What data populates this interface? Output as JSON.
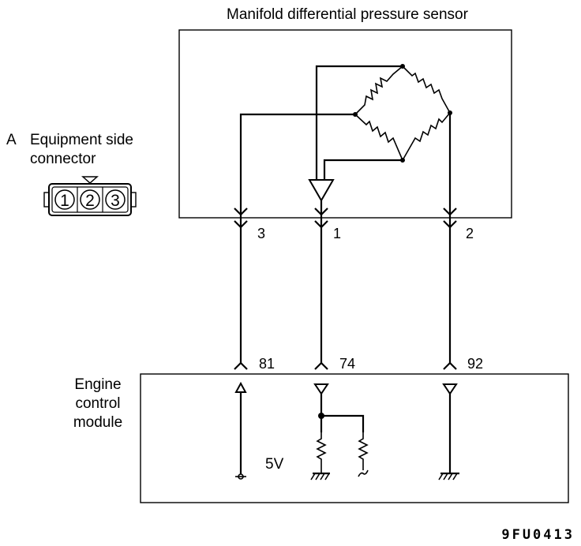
{
  "sensor": {
    "title": "Manifold differential pressure sensor"
  },
  "connector": {
    "letter": "A",
    "line1": "Equipment side",
    "line2": "connector",
    "pins": [
      "1",
      "2",
      "3"
    ]
  },
  "sensor_pins": [
    "3",
    "1",
    "2"
  ],
  "ecm": {
    "line1": "Engine",
    "line2": "control",
    "line3": "module",
    "terminals": [
      "81",
      "74",
      "92"
    ],
    "voltage": "5V"
  },
  "figure_code": "9FU0413"
}
